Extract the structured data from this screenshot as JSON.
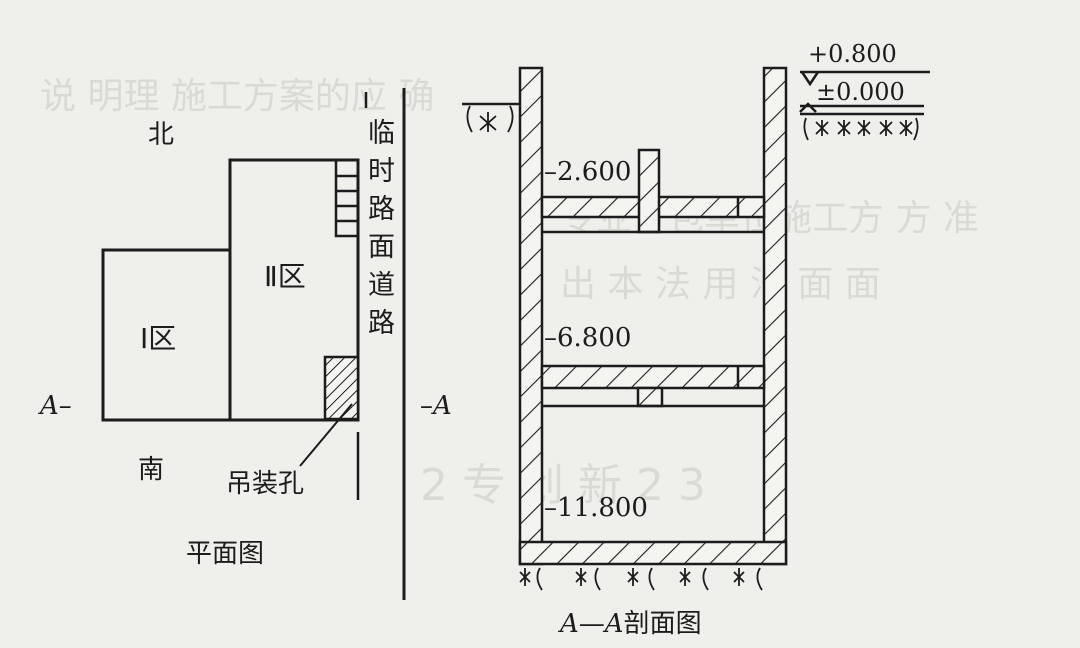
{
  "background_text": {
    "line1": "说 明理 施工方案的应 确",
    "line2": "专业分包单位施工方 方 准",
    "line3": "出 本 法 用 法 面 面",
    "stamp": "2 专 创 新 2 3"
  },
  "plan": {
    "north": "北",
    "south": "南",
    "zone1": "Ⅰ区",
    "zone2": "Ⅱ区",
    "road_label": [
      "临",
      "时",
      "路",
      "面",
      "道",
      "路"
    ],
    "hoist_hole": "吊装孔",
    "section_mark_left": "A–",
    "section_mark_right": "–A",
    "caption": "平面图"
  },
  "section": {
    "elevations": {
      "top": "+0.800",
      "ground": "±0.000",
      "level1": "–2.600",
      "level2": "–6.800",
      "level3": "–11.800"
    },
    "caption_prefix": "A—A",
    "caption_suffix": "剖面图"
  }
}
